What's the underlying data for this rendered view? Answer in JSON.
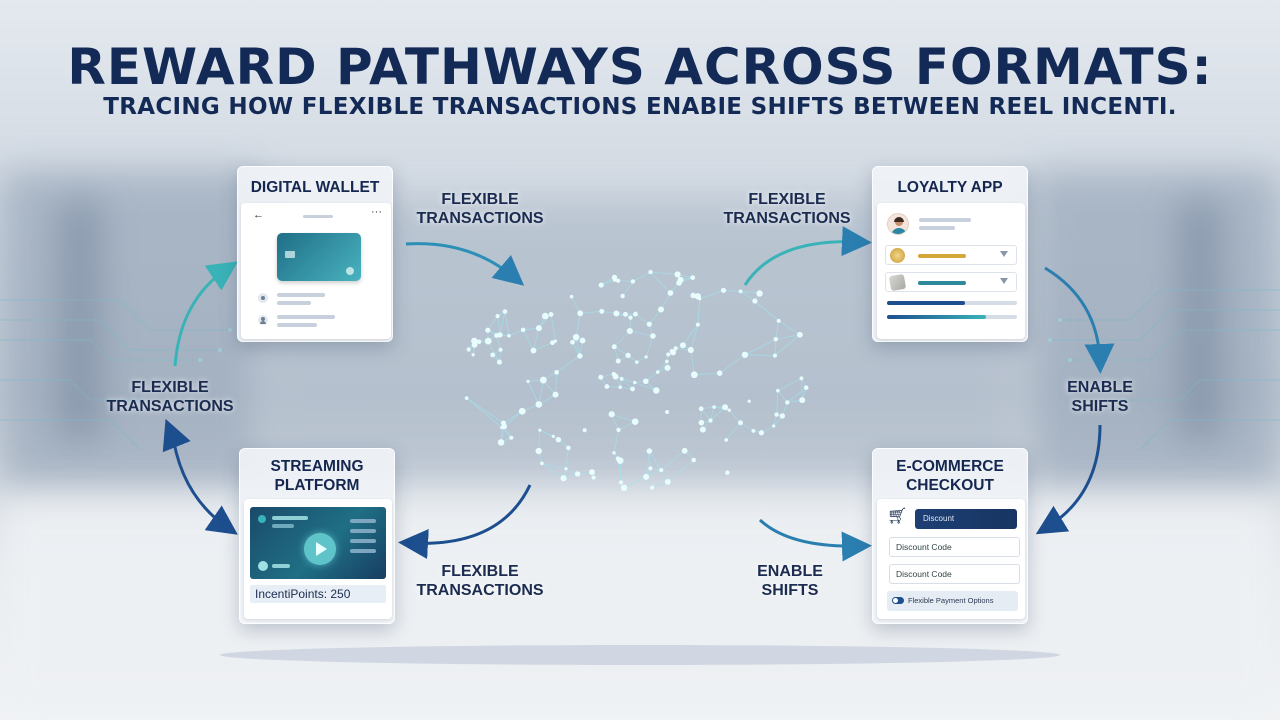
{
  "title": "REWARD PATHWAYS ACROSS FORMATS:",
  "subtitle": "TRACING HOW FLEXIBLE TRANSACTIONS ENABIE SHIFTS BETWEEN REEL INCENTI.",
  "cards": {
    "wallet": {
      "title": "DIGITAL WALLET"
    },
    "loyalty": {
      "title": "LOYALTY APP"
    },
    "streaming": {
      "title_line1": "STREAMING",
      "title_line2": "PLATFORM",
      "points": "IncentiPoints: 250"
    },
    "ecommerce": {
      "title_line1": "E-COMMERCE",
      "title_line2": "CHECKOUT",
      "button_label": "Discount",
      "field1": "Discount Code",
      "field2": "Discount Code",
      "option": "Flexible Payment Options"
    }
  },
  "flow_labels": {
    "top_left": {
      "line1": "FLEXIBLE",
      "line2": "TRANSACTIONS"
    },
    "top_right": {
      "line1": "FLEXIBLE",
      "line2": "TRANSACTIONS"
    },
    "left": {
      "line1": "FLEXIBLE",
      "line2": "TRANSACTIONS"
    },
    "right": {
      "line1": "ENABLE",
      "line2": "SHIFTS"
    },
    "bottom_left": {
      "line1": "FLEXIBLE",
      "line2": "TRANSACTIONS"
    },
    "bottom_right": {
      "line1": "ENABLE",
      "line2": "SHIFTS"
    }
  },
  "colors": {
    "title": "#132a57",
    "accent_teal": "#3ab3b8",
    "accent_navy": "#1d4f8f",
    "brain_node": "#eaffff",
    "brain_edge": "#9fe4ef"
  },
  "icons": {
    "back": "back-arrow-icon",
    "more": "more-dots-icon",
    "cart": "shopping-cart-icon",
    "play": "play-icon",
    "coin": "coin-icon",
    "avatar": "user-avatar-icon",
    "brain": "neural-brain-illustration"
  }
}
